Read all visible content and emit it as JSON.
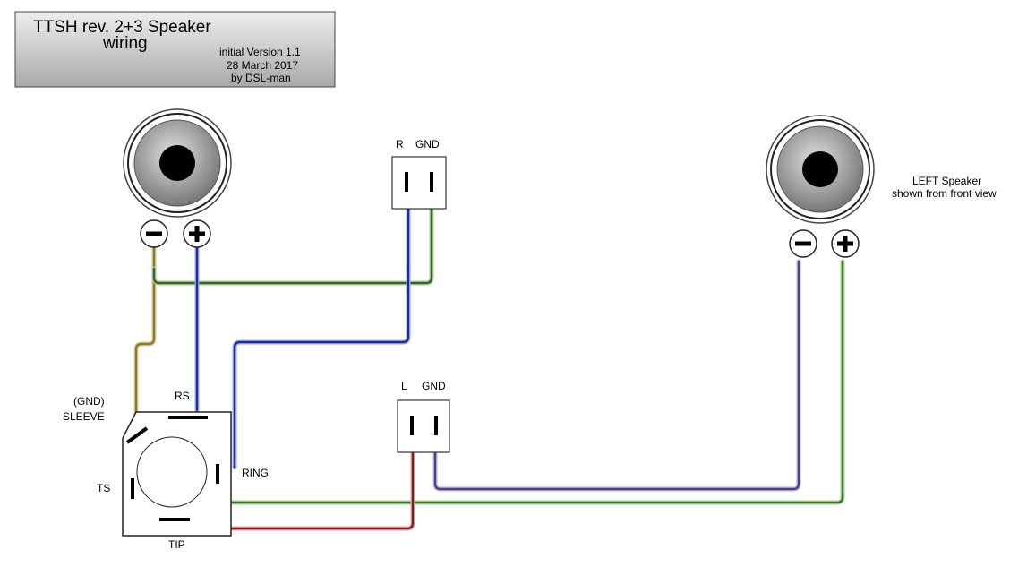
{
  "title_box": {
    "line1": "TTSH rev. 2+3 Speaker",
    "line2": "wiring",
    "version": "initial Version 1.1",
    "date": "28 March 2017",
    "author": "by DSL-man"
  },
  "right_speaker": {
    "minus_symbol": "−",
    "plus_symbol": "+"
  },
  "left_speaker": {
    "label_line1": "LEFT Speaker",
    "label_line2": "shown from front view",
    "minus_symbol": "−",
    "plus_symbol": "+"
  },
  "connector_top": {
    "pin1": "R",
    "pin2": "GND"
  },
  "connector_bottom": {
    "pin1": "L",
    "pin2": "GND"
  },
  "jack": {
    "rs": "RS",
    "gnd": "(GND)",
    "sleeve": "SLEEVE",
    "ring": "RING",
    "ts": "TS",
    "tip": "TIP"
  },
  "wire_colors": {
    "olive": "#8a7a20",
    "blue": "#1a2aa8",
    "green": "#2f6a1a",
    "purple": "#4a3f8a",
    "bright_green": "#3a7a20",
    "red": "#8a1a1a"
  }
}
